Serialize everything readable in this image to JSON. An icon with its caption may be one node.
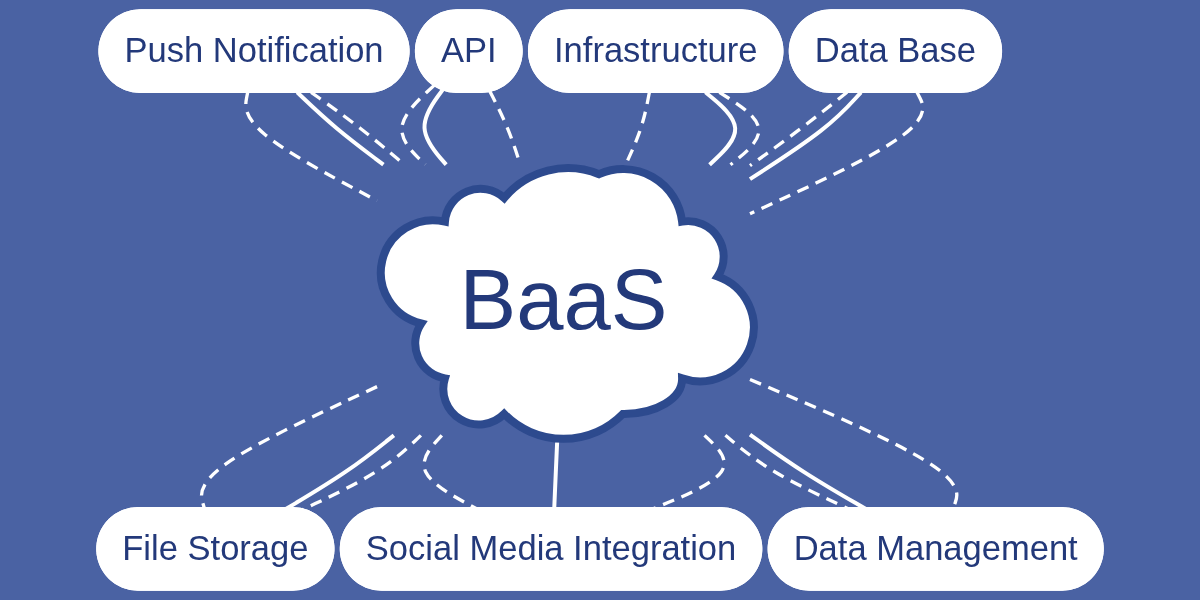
{
  "diagram": {
    "nodes": [
      {
        "text": [
          "Push Notification"
        ]
      },
      {
        "text": [
          "API"
        ]
      },
      {
        "text": [
          "Infrastructure"
        ]
      },
      {
        "text": [
          "Data Base"
        ]
      },
      {
        "text": [
          "BaaS"
        ]
      },
      {
        "text": [
          "File Storage"
        ]
      },
      {
        "text": [
          "Social Media Integration"
        ]
      },
      {
        "text": [
          "Data Management"
        ]
      }
    ],
    "edges": [
      {
        "from": 0,
        "to": 4,
        "arrow": "none",
        "style": "dashed"
      },
      {
        "from": 0,
        "to": 4,
        "arrow": "none"
      },
      {
        "from": 0,
        "to": 4,
        "arrow": "none",
        "style": "dashed"
      },
      {
        "from": 1,
        "to": 4,
        "arrow": "none",
        "style": "dashed"
      },
      {
        "from": 1,
        "to": 4,
        "arrow": "none"
      },
      {
        "from": 1,
        "to": 4,
        "arrow": "none",
        "style": "dashed"
      },
      {
        "from": 2,
        "to": 4,
        "arrow": "none",
        "style": "dashed"
      },
      {
        "from": 2,
        "to": 4,
        "arrow": "none"
      },
      {
        "from": 2,
        "to": 4,
        "arrow": "none",
        "style": "dashed"
      },
      {
        "from": 3,
        "to": 4,
        "arrow": "none",
        "style": "dashed"
      },
      {
        "from": 3,
        "to": 4,
        "arrow": "none"
      },
      {
        "from": 3,
        "to": 4,
        "arrow": "none",
        "style": "dashed"
      },
      {
        "from": 4,
        "to": 5,
        "arrow": "none",
        "style": "dashed"
      },
      {
        "from": 4,
        "to": 5,
        "arrow": "none"
      },
      {
        "from": 4,
        "to": 5,
        "arrow": "none",
        "style": "dashed"
      },
      {
        "from": 4,
        "to": 6,
        "arrow": "none",
        "style": "dashed"
      },
      {
        "from": 4,
        "to": 6,
        "arrow": "none"
      },
      {
        "from": 4,
        "to": 6,
        "arrow": "none",
        "style": "dashed"
      },
      {
        "from": 4,
        "to": 7,
        "arrow": "none",
        "style": "dashed"
      },
      {
        "from": 4,
        "to": 7,
        "arrow": "none"
      },
      {
        "from": 4,
        "to": 7,
        "arrow": "none",
        "style": "dashed"
      }
    ]
  }
}
